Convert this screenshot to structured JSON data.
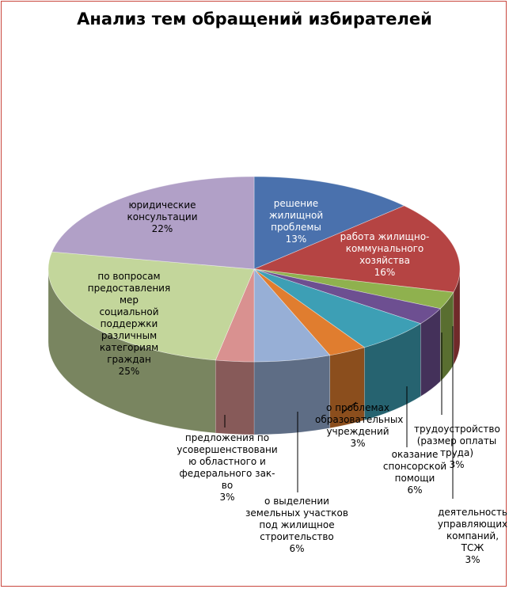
{
  "chart_data": {
    "type": "pie",
    "title": "Анализ тем обращений избирателей",
    "slices": [
      {
        "label": "решение жилищной\nпроблемы\n13%",
        "value": 13,
        "color": "#4a71ad"
      },
      {
        "label": "работа жилищно-\nкоммунального\nхозяйства\n16%",
        "value": 16,
        "color": "#b54443"
      },
      {
        "label": "деятельность\nуправляющих\nкомпаний,\nТСЖ\n3%",
        "value": 3,
        "color": "#8fb14e"
      },
      {
        "label": "трудоустройство\n(размер оплаты\nтруда)\n3%",
        "value": 3,
        "color": "#6d4f91"
      },
      {
        "label": "оказание\nспонсорской\nпомощи\n6%",
        "value": 6,
        "color": "#3d9fb5"
      },
      {
        "label": "о проблемах\nобразовательных\nучреждений\n3%",
        "value": 3,
        "color": "#e07d2f"
      },
      {
        "label": "о выделении\nземельных участков\nпод жилищное\nстроительство\n6%",
        "value": 6,
        "color": "#97afd6"
      },
      {
        "label": "предложения по\nусовершенствовани\nю областного и\nфедерального зак-\nво\n3%",
        "value": 3,
        "color": "#d99190"
      },
      {
        "label": "по вопросам\nпредоставления мер\nсоциальной\nподдержки\nразличным\nкатегориям граждан\n25%",
        "value": 25,
        "color": "#c3d69b"
      },
      {
        "label": "юридические\nконсультации\n22%",
        "value": 22,
        "color": "#b1a0c7"
      }
    ]
  }
}
